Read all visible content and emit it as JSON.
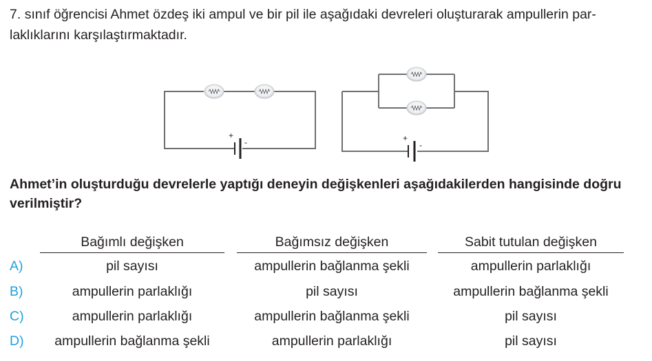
{
  "question": {
    "number": "7.",
    "stem": "sınıf öğrencisi Ahmet özdeş iki ampul ve bir pil ile aşağıdaki devreleri oluşturarak ampullerin par- laklıklarını karşılaştırmaktadır.",
    "prompt": "Ahmet’in oluşturduğu devrelerle yaptığı deneyin değişkenleri aşağıdakilerden hangisinde doğru verilmiştir?"
  },
  "circuit_labels": {
    "plus": "+",
    "minus": "-"
  },
  "table": {
    "headers": [
      "Bağımlı değişken",
      "Bağımsız değişken",
      "Sabit tutulan değişken"
    ],
    "rows": [
      {
        "letter": "A)",
        "cells": [
          "pil sayısı",
          "ampullerin bağlanma şekli",
          "ampullerin parlaklığı"
        ]
      },
      {
        "letter": "B)",
        "cells": [
          "ampullerin parlaklığı",
          "pil sayısı",
          "ampullerin bağlanma şekli"
        ]
      },
      {
        "letter": "C)",
        "cells": [
          "ampullerin parlaklığı",
          "ampullerin bağlanma şekli",
          "pil sayısı"
        ]
      },
      {
        "letter": "D)",
        "cells": [
          "ampullerin bağlanma şekli",
          "ampullerin parlaklığı",
          "pil sayısı"
        ]
      }
    ]
  },
  "colors": {
    "text": "#231f20",
    "option_letter": "#1ea0dc",
    "wire": "#6d6e71",
    "bulb_glass": "#e8eaec"
  }
}
